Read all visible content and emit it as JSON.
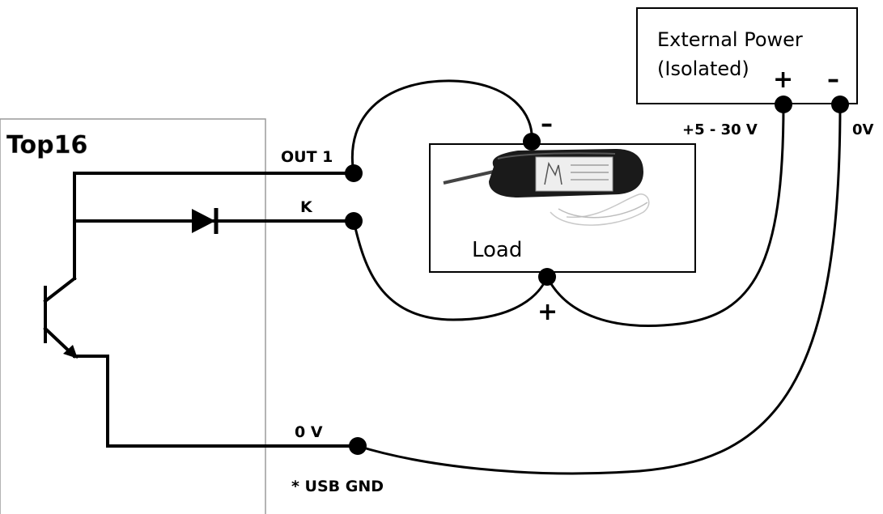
{
  "board": {
    "title": "Top16",
    "title_color": "#8a8a8a"
  },
  "terminals": {
    "out1": "OUT 1",
    "k": "K",
    "zero_v": "0 V",
    "usb_gnd_note": "* USB GND"
  },
  "power": {
    "title_line1": "External Power",
    "title_line2": "(Isolated)",
    "plus_symbol": "+",
    "minus_symbol": "–",
    "voltage_range": "+5 - 30 V",
    "zero_label": "0V"
  },
  "load": {
    "label": "Load",
    "minus_symbol": "–",
    "plus_symbol": "+",
    "device_icon": "solenoid-valve-photo"
  },
  "colors": {
    "wire": "#000000",
    "board_border": "#9a9a9a",
    "background": "#ffffff"
  }
}
